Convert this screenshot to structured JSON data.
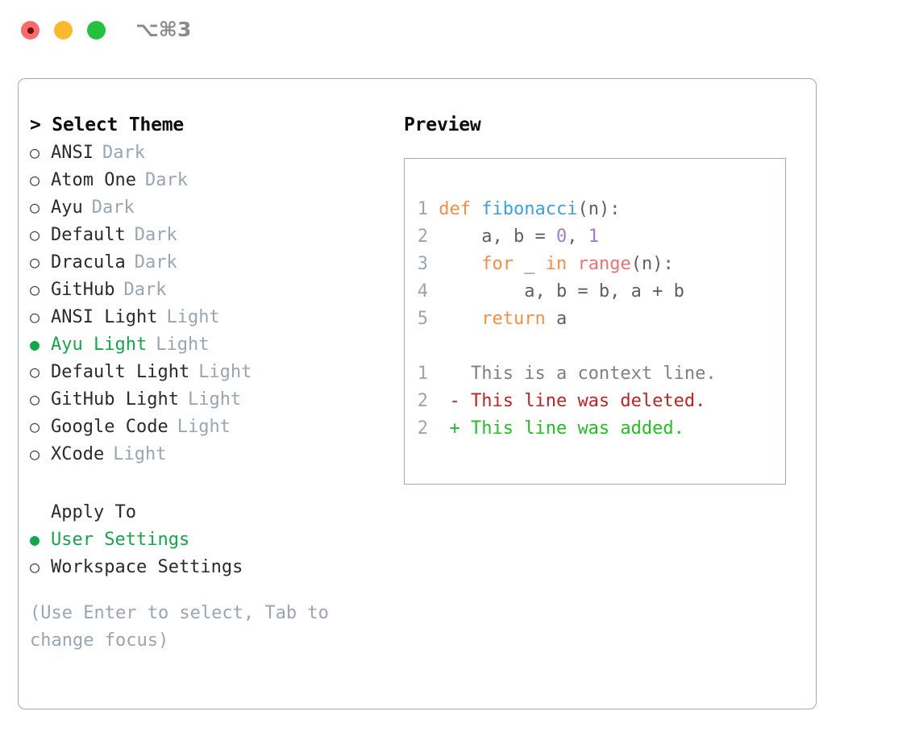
{
  "window": {
    "shortcut": "⌥⌘3",
    "controls": [
      {
        "name": "close",
        "color": "#f96a6a"
      },
      {
        "name": "minimize",
        "color": "#fdb92e"
      },
      {
        "name": "maximize",
        "color": "#22c23e"
      }
    ]
  },
  "theme_picker": {
    "header": "> Select Theme",
    "selected_marker": "●",
    "unselected_marker": "○",
    "accent_color": "#12a84a",
    "tag_color": "#9aa5b4",
    "items": [
      {
        "marker": "○",
        "name": "ANSI",
        "tag": "Dark",
        "selected": false
      },
      {
        "marker": "○",
        "name": "Atom One",
        "tag": "Dark",
        "selected": false
      },
      {
        "marker": "○",
        "name": "Ayu",
        "tag": "Dark",
        "selected": false
      },
      {
        "marker": "○",
        "name": "Default",
        "tag": "Dark",
        "selected": false
      },
      {
        "marker": "○",
        "name": "Dracula",
        "tag": "Dark",
        "selected": false
      },
      {
        "marker": "○",
        "name": "GitHub",
        "tag": "Dark",
        "selected": false
      },
      {
        "marker": "○",
        "name": "ANSI Light",
        "tag": "Light",
        "selected": false
      },
      {
        "marker": "●",
        "name": "Ayu Light",
        "tag": "Light",
        "selected": true
      },
      {
        "marker": "○",
        "name": "Default Light",
        "tag": "Light",
        "selected": false
      },
      {
        "marker": "○",
        "name": "GitHub Light",
        "tag": "Light",
        "selected": false
      },
      {
        "marker": "○",
        "name": "Google Code",
        "tag": "Light",
        "selected": false
      },
      {
        "marker": "○",
        "name": "XCode",
        "tag": "Light",
        "selected": false
      }
    ]
  },
  "apply_to": {
    "header": "Apply To",
    "items": [
      {
        "marker": "●",
        "name": "User Settings",
        "selected": true
      },
      {
        "marker": "○",
        "name": "Workspace Settings",
        "selected": false
      }
    ]
  },
  "hint": "(Use Enter to select, Tab to change focus)",
  "preview": {
    "title": "Preview",
    "code_lines": [
      {
        "num": "1",
        "tokens": [
          {
            "t": "def",
            "c": "kw"
          },
          {
            "t": " ",
            "c": "pl"
          },
          {
            "t": "fibonacci",
            "c": "fn"
          },
          {
            "t": "(n):",
            "c": "pl"
          }
        ]
      },
      {
        "num": "2",
        "tokens": [
          {
            "t": "    a, b = ",
            "c": "pl"
          },
          {
            "t": "0",
            "c": "num"
          },
          {
            "t": ", ",
            "c": "pl"
          },
          {
            "t": "1",
            "c": "num"
          }
        ]
      },
      {
        "num": "3",
        "tokens": [
          {
            "t": "    ",
            "c": "pl"
          },
          {
            "t": "for",
            "c": "kw"
          },
          {
            "t": " _ ",
            "c": "pl"
          },
          {
            "t": "in",
            "c": "kw"
          },
          {
            "t": " ",
            "c": "pl"
          },
          {
            "t": "range",
            "c": "bi"
          },
          {
            "t": "(n):",
            "c": "pl"
          }
        ]
      },
      {
        "num": "4",
        "tokens": [
          {
            "t": "        a, b = b, a + b",
            "c": "pl"
          }
        ]
      },
      {
        "num": "5",
        "tokens": [
          {
            "t": "    ",
            "c": "pl"
          },
          {
            "t": "return",
            "c": "kw"
          },
          {
            "t": " a",
            "c": "pl"
          }
        ]
      }
    ],
    "diff_lines": [
      {
        "num": "1",
        "sign": " ",
        "text": " This is a context line.",
        "kind": "ctx"
      },
      {
        "num": "2",
        "sign": "-",
        "text": " This line was deleted.",
        "kind": "del"
      },
      {
        "num": "2",
        "sign": "+",
        "text": " This line was added.",
        "kind": "add"
      }
    ],
    "syntax_colors": {
      "keyword": "#fa8d3e",
      "function": "#3aa0ec",
      "number": "#a37acc",
      "builtin": "#f07171",
      "plain": "#5c6166",
      "line_number": "#9aa5b4",
      "diff_context": "#808080",
      "diff_deleted": "#c62121",
      "diff_added": "#1ec21e"
    }
  }
}
